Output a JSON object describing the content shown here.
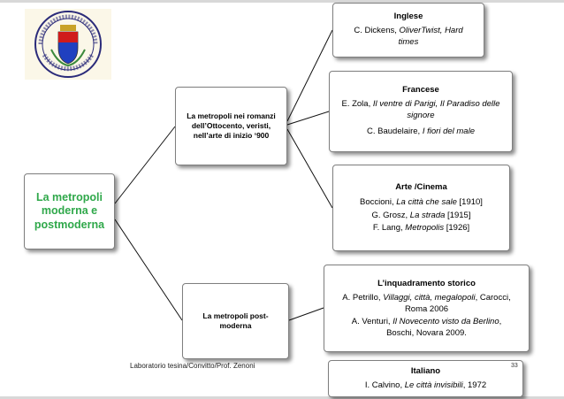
{
  "logo": {
    "text_top": "CONVITTO NAZIONALE C. BATTISTI",
    "text_bottom": "LOVERE - BG",
    "colors": {
      "ring": "#2b2b7a",
      "shield_top": "#d01b1b",
      "shield_bottom": "#2040c0",
      "crown": "#c9a227"
    }
  },
  "root": {
    "line1": "La metropoli",
    "line2": "moderna e",
    "line3": "postmoderna",
    "color": "#2fa84a"
  },
  "branch1": {
    "line1": "La metropoli nei romanzi",
    "line2": "dell’Ottocento, veristi,",
    "line3": "nell’arte di inizio ‘900"
  },
  "branch2": {
    "line1": "La metropoli post-",
    "line2": "moderna"
  },
  "leaf_inglese": {
    "heading": "Inglese",
    "line1_a": "C. Dickens, ",
    "line1_b": "OliverTwist, Hard",
    "line2": "times"
  },
  "leaf_francese": {
    "heading": "Francese",
    "line1_a": "E. Zola, ",
    "line1_b": "Il ventre di Parigi, Il Paradiso delle",
    "line2": "signore",
    "line3_a": "C. Baudelaire, ",
    "line3_b": "I fiori del male"
  },
  "leaf_arte": {
    "heading": "Arte /Cinema",
    "item1_a": "Boccioni, ",
    "item1_b": "La città che sale",
    "item1_c": " [1910]",
    "item2_a": "G. Grosz, ",
    "item2_b": "La strada",
    "item2_c": " [1915]",
    "item3_a": "F. Lang, ",
    "item3_b": "Metropolis",
    "item3_c": " [1926]"
  },
  "leaf_storico": {
    "heading": "L’inquadramento storico",
    "line1_a": "A. Petrillo, ",
    "line1_b": "Villaggi, città, megalopoli",
    "line1_c": ", Carocci,",
    "line2": "Roma 2006",
    "line3_a": "A. Venturi, ",
    "line3_b": "Il Novecento visto da Berlino",
    "line3_c": ",",
    "line4": "Boschi, Novara 2009."
  },
  "leaf_italiano": {
    "heading": "Italiano",
    "line1_a": "I. Calvino, ",
    "line1_b": "Le città invisibili",
    "line1_c": ", 1972"
  },
  "footer": {
    "text": "Laboratorio tesina/Convitto/Prof. Zenoni",
    "page": "33"
  }
}
